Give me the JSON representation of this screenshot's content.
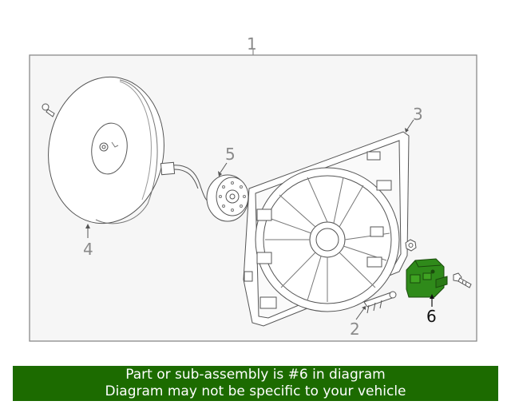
{
  "diagram": {
    "callouts": {
      "c1": "1",
      "c2": "2",
      "c3": "3",
      "c4": "4",
      "c5": "5",
      "c6": "6"
    },
    "highlighted_part": "6",
    "highlight_color": "#2f8a1a",
    "line_color": "#8a8a8a",
    "frame_fill": "#f6f6f6"
  },
  "banner": {
    "line1": "Part or sub-assembly is #6 in diagram",
    "line2": "Diagram may not be specific to your vehicle",
    "background": "#1c6b00"
  }
}
